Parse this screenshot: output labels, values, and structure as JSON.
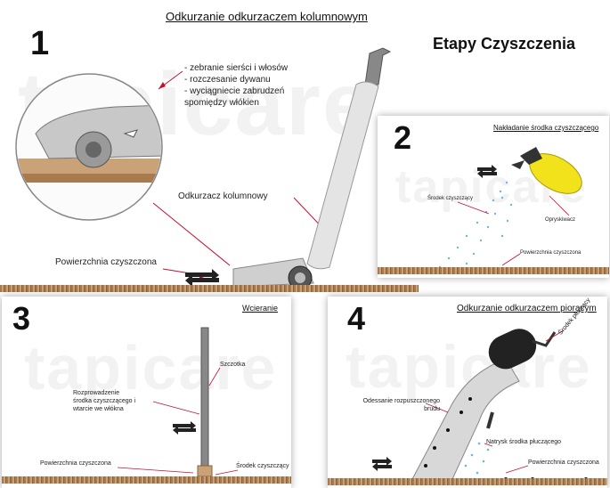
{
  "heading": "Etapy Czyszczenia",
  "watermark": "tapicare",
  "panel1": {
    "number": "1",
    "title": "Odkurzanie odkurzaczem kolumnowym",
    "bullets": [
      "- zebranie sierści i włosów",
      "- rozczesanie dywanu",
      "- wyciągniecie zabrudzeń",
      "  spomiędzy włókien"
    ],
    "vacuum_label": "Odkurzacz kolumnowy",
    "surface_label": "Powierzchnia czyszczona"
  },
  "panel2": {
    "number": "2",
    "title": "Nakładanie środka czyszczącego",
    "agent_label": "Środek czyszczący",
    "sprayer_label": "Opryskiwacz",
    "surface_label": "Powierzchnia czyszczona"
  },
  "panel3": {
    "number": "3",
    "title": "Wcieranie",
    "brush_label": "Szczotka",
    "spread_label_lines": [
      "Rozprowadzenie",
      "środka czyszczącego i",
      "wtarcie we włókna"
    ],
    "surface_label": "Powierzchnia czyszczona",
    "agent_label": "Środek czyszczący"
  },
  "panel4": {
    "number": "4",
    "title": "Odkurzanie odkurzaczem piorącym",
    "rinse_label": "Środek płuczący",
    "suction_label_lines": [
      "Odessanie rozpuszczonego",
      "brudu"
    ],
    "spray_label": "Natrysk środka płuczącego",
    "surface_label": "Powierzchnia czyszczona"
  },
  "colors": {
    "accent_red": "#c8102e",
    "ground": "#b48a5e",
    "sprayer_yellow": "#f2e21c"
  }
}
